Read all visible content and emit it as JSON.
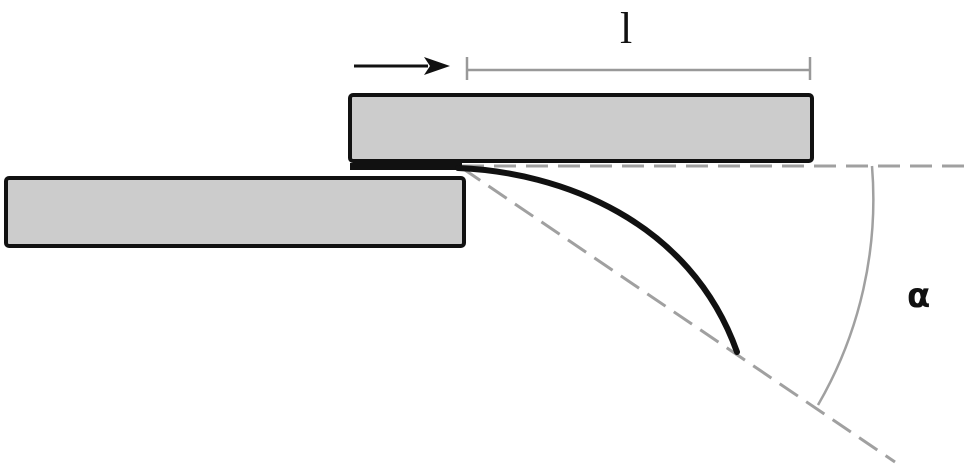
{
  "diagram": {
    "labels": {
      "length": "l",
      "angle": "α"
    },
    "colors": {
      "plate_fill": "#cccccc",
      "outline": "#111111",
      "dashed": "#a0a0a0",
      "dimension": "#999999"
    },
    "elements": {
      "upper_plate": "upper rectangular plate",
      "lower_plate": "lower rectangular plate",
      "bent_strip": "flexible strip peeling off at angle",
      "direction_arrow": "arrow pointing right",
      "dimension_line": "length l of upper plate",
      "angle_arc": "peel angle alpha"
    }
  }
}
